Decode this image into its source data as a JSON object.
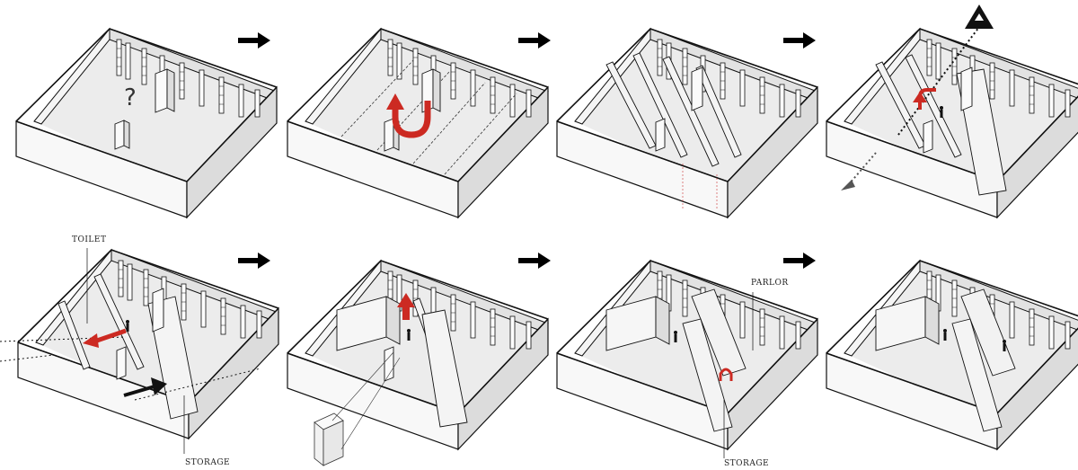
{
  "labels": {
    "toilet": "TOILET",
    "storage_1": "STORAGE",
    "parlor": "PARLOR",
    "storage_2": "STORAGE"
  },
  "question_mark": "?",
  "colors": {
    "outline": "#111111",
    "floor": "#ececec",
    "wall": "#f7f7f7",
    "wall_shade": "#d9d9d9",
    "accent_red": "#cc2a22",
    "arrow_black": "#000000",
    "arrow_grey": "#555555"
  },
  "panels": [
    {
      "step": 1,
      "content": "empty room with question mark"
    },
    {
      "step": 2,
      "content": "room divided into bays with U-turn arrow"
    },
    {
      "step": 3,
      "content": "diagonal partition walls"
    },
    {
      "step": 4,
      "content": "circulation path with turn arrow and triangle icon"
    },
    {
      "step": 5,
      "content": "toilet and storage with movement arrows"
    },
    {
      "step": 6,
      "content": "partition volume with up arrow and cabinet"
    },
    {
      "step": 7,
      "content": "parlor and storage with U-turn marker"
    },
    {
      "step": 8,
      "content": "final arrangement"
    }
  ],
  "icons": [
    "step-arrow-icon",
    "u-turn-arrow-icon",
    "turn-arrow-icon",
    "triangle-icon",
    "person-icon"
  ]
}
